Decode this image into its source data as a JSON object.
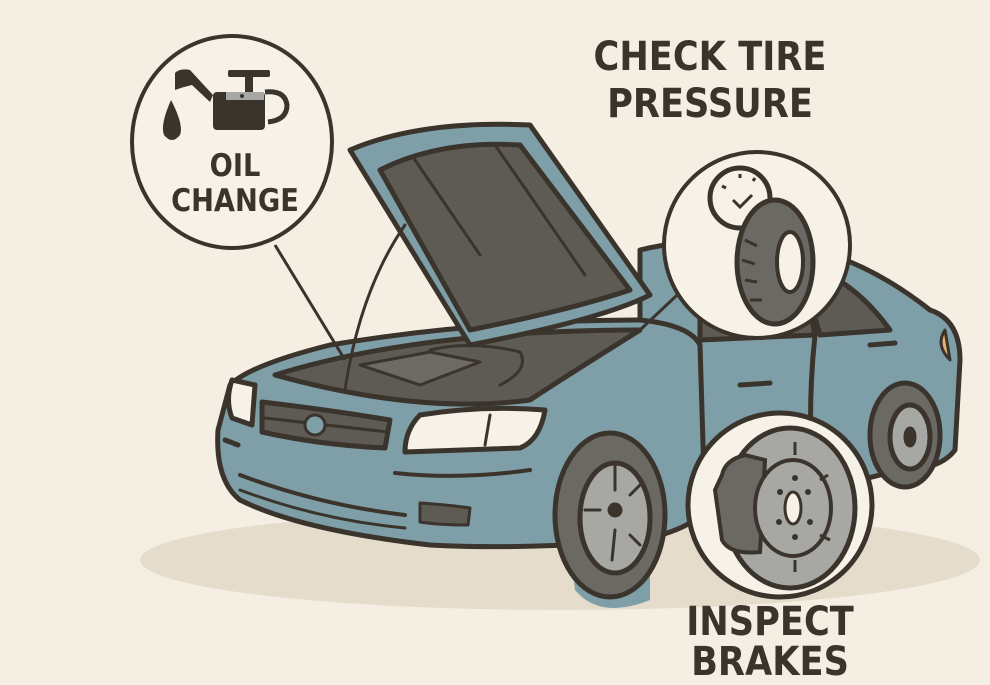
{
  "illustration": {
    "subject": "car with open hood",
    "colors": {
      "background": "#f5efe3",
      "car_body": "#7f9fa8",
      "outline": "#3a342c",
      "dark_fill": "#5e5b55",
      "tire": "#6b6964",
      "rim": "#a7a7a3",
      "headlight": "#f7f2e8",
      "turn_signal": "#e2b474",
      "shadow": "#e6dccb",
      "callout_fill": "#f7f2e8"
    }
  },
  "callouts": [
    {
      "id": "oil",
      "lines": [
        "OIL",
        "CHANGE"
      ],
      "icon": "oil-can-icon"
    },
    {
      "id": "tire",
      "lines": [
        "CHECK TIRE",
        "PRESSURE"
      ],
      "icon": "tire-pressure-gauge-icon"
    },
    {
      "id": "brakes",
      "lines": [
        "INSPECT BRAKES"
      ],
      "icon": "brake-disc-icon"
    }
  ]
}
